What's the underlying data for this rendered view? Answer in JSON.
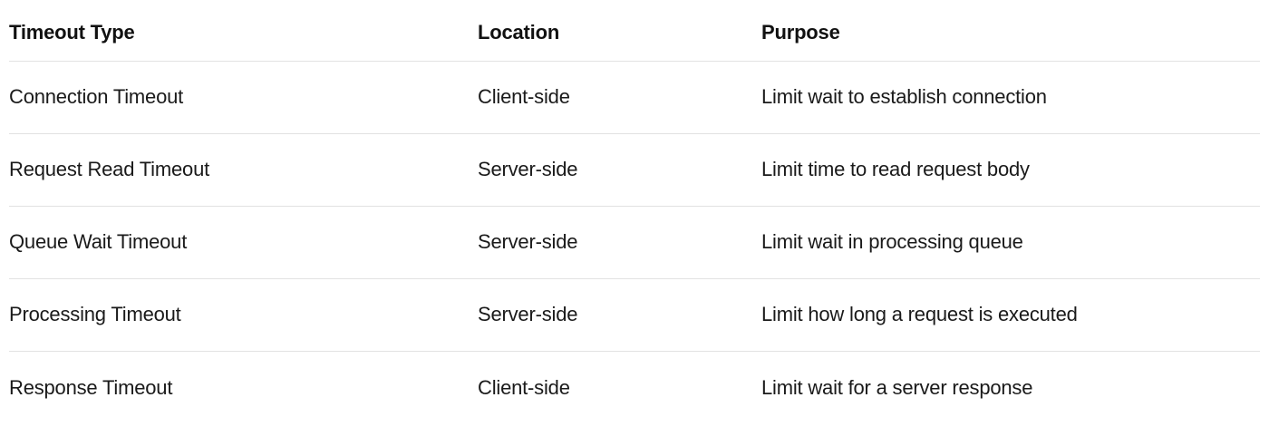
{
  "table": {
    "columns": [
      {
        "label": "Timeout Type"
      },
      {
        "label": "Location"
      },
      {
        "label": "Purpose"
      }
    ],
    "rows": [
      {
        "type": "Connection Timeout",
        "location": "Client-side",
        "purpose": "Limit wait to establish connection"
      },
      {
        "type": "Request Read Timeout",
        "location": "Server-side",
        "purpose": "Limit time to read request body"
      },
      {
        "type": "Queue Wait Timeout",
        "location": "Server-side",
        "purpose": "Limit wait in processing queue"
      },
      {
        "type": "Processing Timeout",
        "location": "Server-side",
        "purpose": "Limit how long a request is executed"
      },
      {
        "type": "Response Timeout",
        "location": "Client-side",
        "purpose": "Limit wait for a server response"
      }
    ],
    "colors": {
      "text": "#1a1a1a",
      "header_text": "#111111",
      "divider": "#e2e2e2",
      "background": "#ffffff"
    }
  }
}
